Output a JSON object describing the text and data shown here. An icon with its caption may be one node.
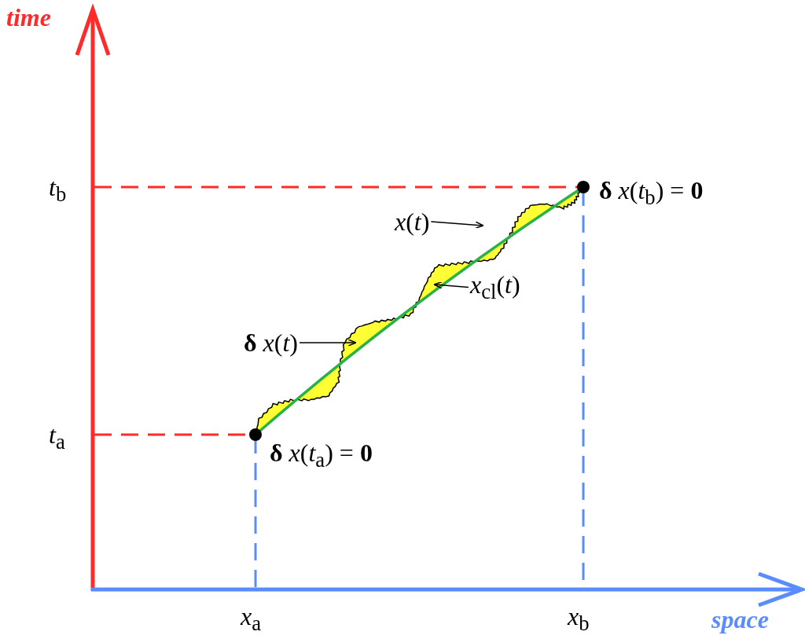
{
  "diagram": {
    "nodes": [
      {
        "text": [
          "*x*(*t*)"
        ]
      },
      {
        "text": [
          "*x*$_{cl}$(*t*)"
        ]
      },
      {
        "text": [
          "**δ** *x*(*t*)"
        ]
      }
    ],
    "edges": [
      {
        "from": 0,
        "to": null,
        "arrow": "to"
      },
      {
        "from": 1,
        "to": null,
        "arrow": "to"
      },
      {
        "from": 2,
        "to": null,
        "arrow": "to"
      }
    ],
    "labels": [
      "time",
      "*t*$_{b}$",
      "**δ** *x*(*t*$_{b}$) = **0**",
      "*t*$_{a}$",
      "**δ** *x*(*t*$_{a}$) = **0**",
      "*x*$_{a}$",
      "*x*$_{b}$",
      "space"
    ]
  }
}
